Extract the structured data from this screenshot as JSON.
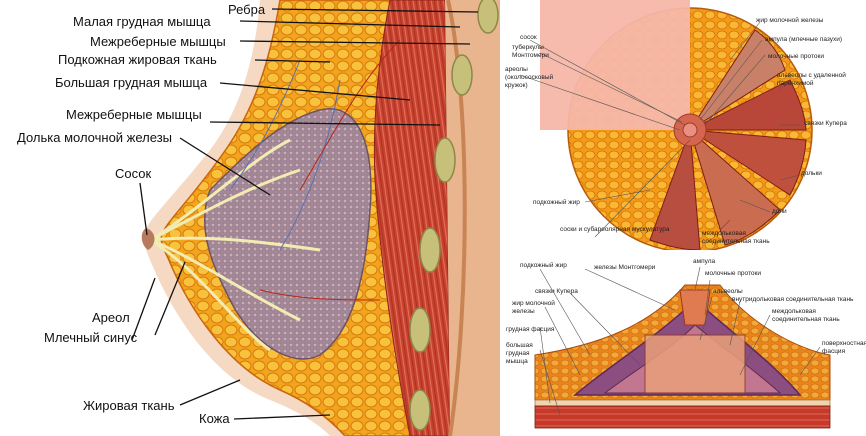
{
  "left_diagram": {
    "labels": {
      "ribs": "Ребра",
      "pectoralis_minor": "Малая грудная мышца",
      "intercostal_1": "Межреберные мышцы",
      "subcutaneous_fat": "Подкожная жировая ткань",
      "pectoralis_major": "Большая грудная мышца",
      "intercostal_2": "Межреберные мышцы",
      "lobule": "Долька молочной железы",
      "nipple": "Сосок",
      "areola": "Ареол",
      "milk_sinus": "Млечный синус",
      "fat_tissue": "Жировая ткань",
      "skin": "Кожа"
    }
  },
  "top_right_diagram": {
    "labels": {
      "nipple": "сосок",
      "montgomery": "туберкулы Монтгомери",
      "areola": "ареолы (околососковый кружок)",
      "gland_fat": "жир молочной железы",
      "ampulla": "ампула (млечные пазухи)",
      "ducts": "молочные протоки",
      "alveoli": "альвеолы с удаленной паренхимой",
      "cooper": "связки Купера",
      "lobes": "дольки",
      "lobes2": "доли",
      "interlobular": "междольковая соединительная ткань",
      "subcut": "подкожный жир",
      "nipple_muscle": "соски и субареолярная мускулатура"
    }
  },
  "bottom_right_diagram": {
    "labels": {
      "subcut": "подкожный жир",
      "montgomery_glands": "железы Монтгомери",
      "ampulla": "ампула",
      "ducts": "молочные протоки",
      "cooper": "связки Купера",
      "alveoli": "альвеолы",
      "gland_fat": "жир молочной железы",
      "intralobular": "внутридольковая соединительная ткань",
      "interlobular": "междольковая соединительная ткань",
      "pectoral_fascia": "грудная фасция",
      "major_pectoral": "большая грудная мышца",
      "superficial_fascia": "поверхностная фасция"
    }
  },
  "colors": {
    "fat": "#f2a51c",
    "fat_dark": "#d9770f",
    "muscle": "#c8402e",
    "lobule": "#9a7d8c",
    "skin": "#f6d9c3",
    "rib": "#c6c07a"
  }
}
